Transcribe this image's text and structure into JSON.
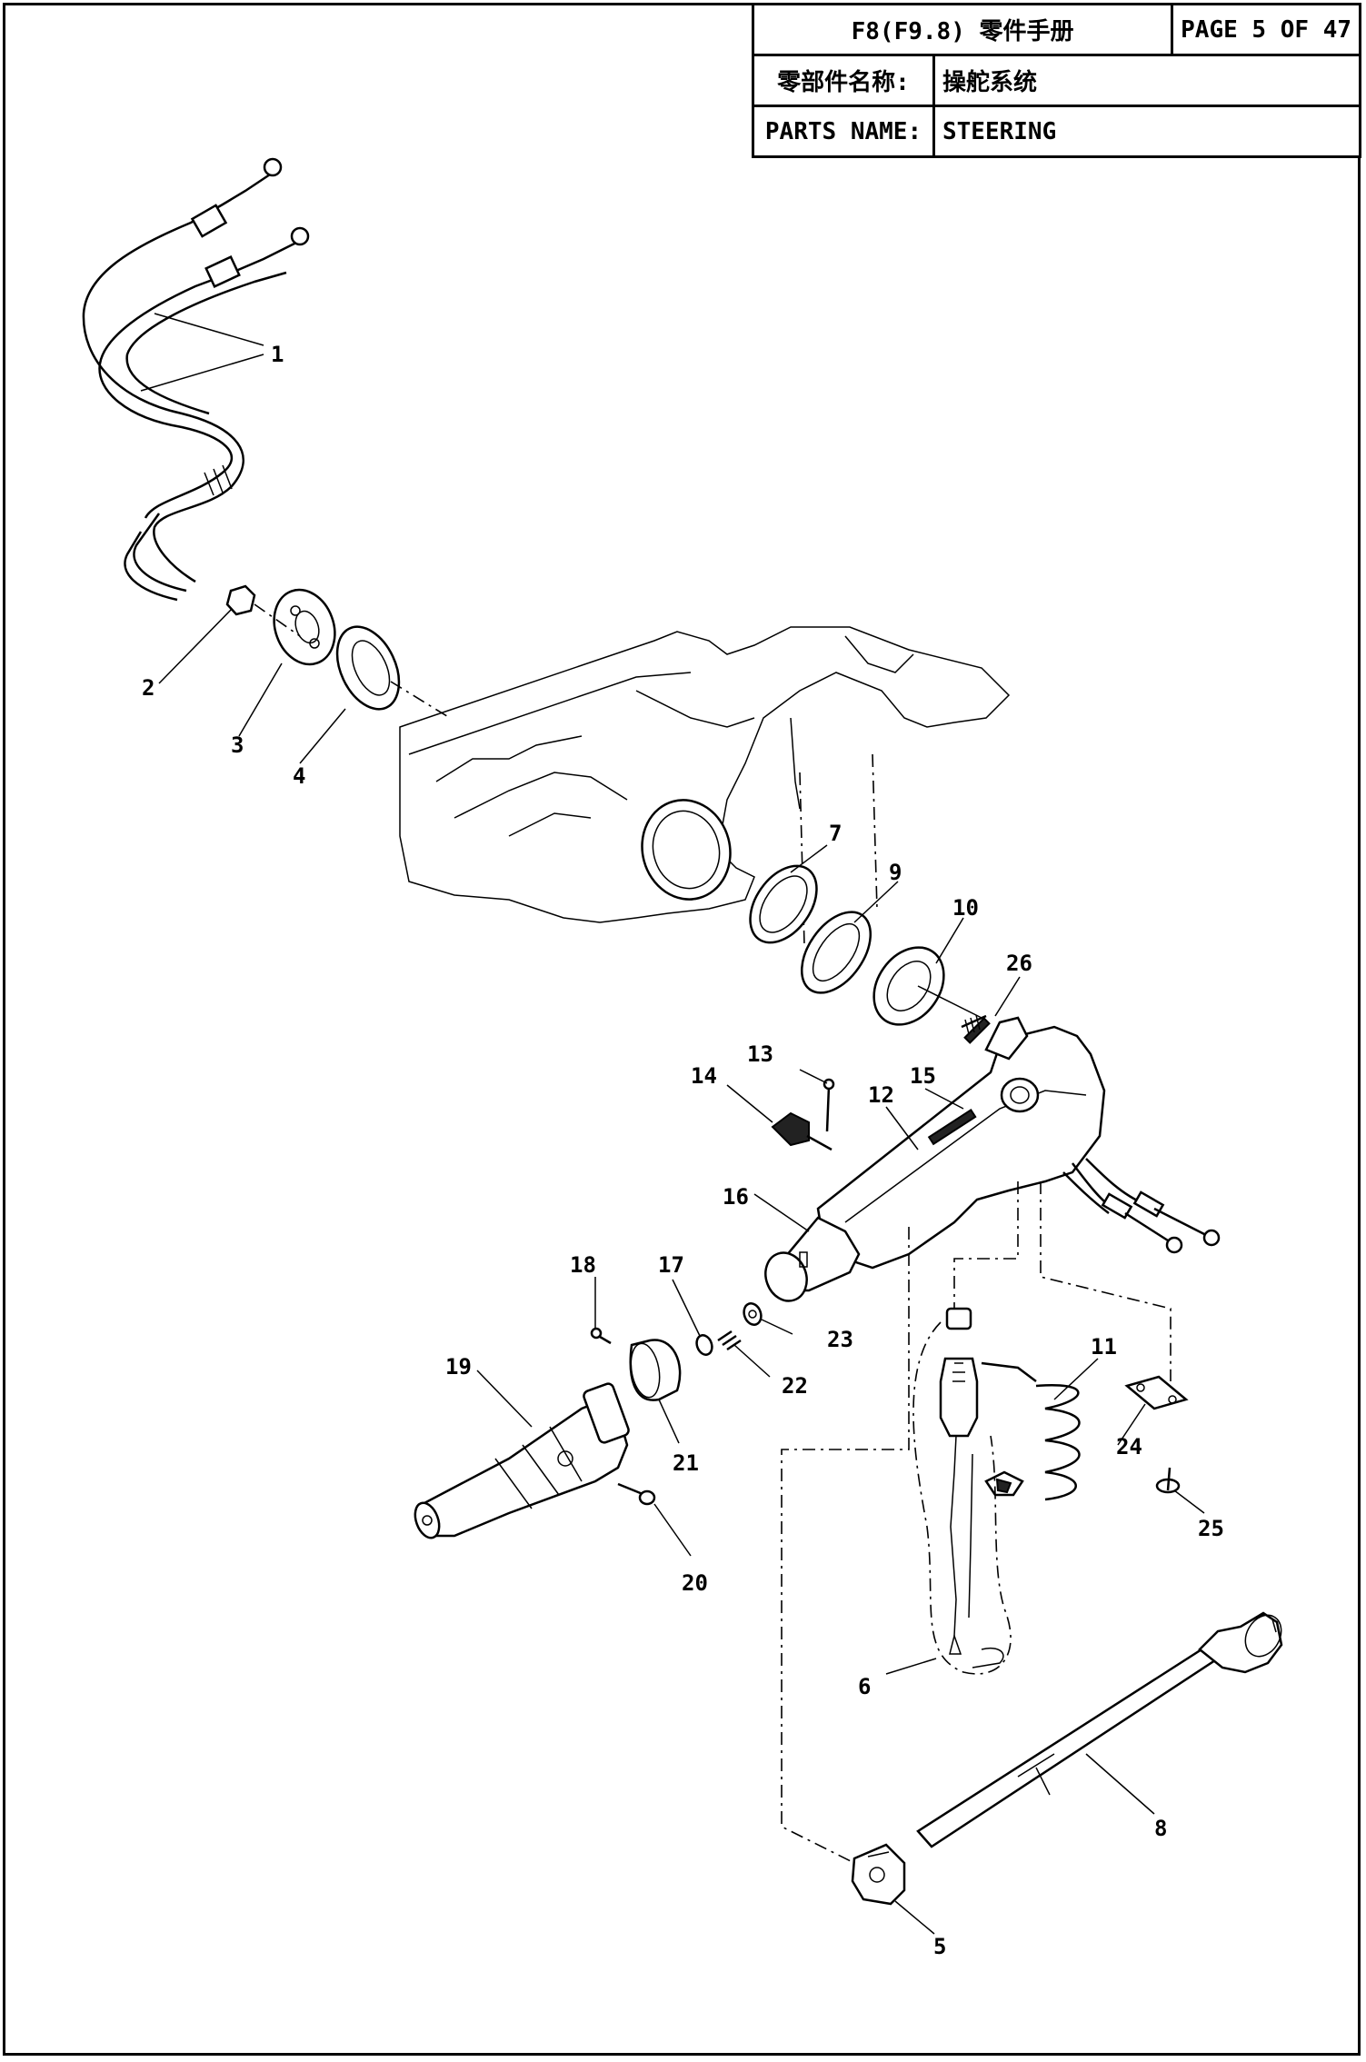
{
  "header": {
    "manual_title": "F8(F9.8) 零件手册",
    "page": "PAGE 5 OF 47",
    "name_cn_label": "零部件名称:",
    "name_cn_value": "操舵系统",
    "name_en_label": "PARTS NAME:",
    "name_en_value": "STEERING"
  },
  "callouts": {
    "c1": "1",
    "c2": "2",
    "c3": "3",
    "c4": "4",
    "c5": "5",
    "c6": "6",
    "c7": "7",
    "c8": "8",
    "c9": "9",
    "c10": "10",
    "c11": "11",
    "c12": "12",
    "c13": "13",
    "c14": "14",
    "c15": "15",
    "c16": "16",
    "c17": "17",
    "c18": "18",
    "c19": "19",
    "c20": "20",
    "c21": "21",
    "c22": "22",
    "c23": "23",
    "c24": "24",
    "c25": "25",
    "c26": "26"
  }
}
